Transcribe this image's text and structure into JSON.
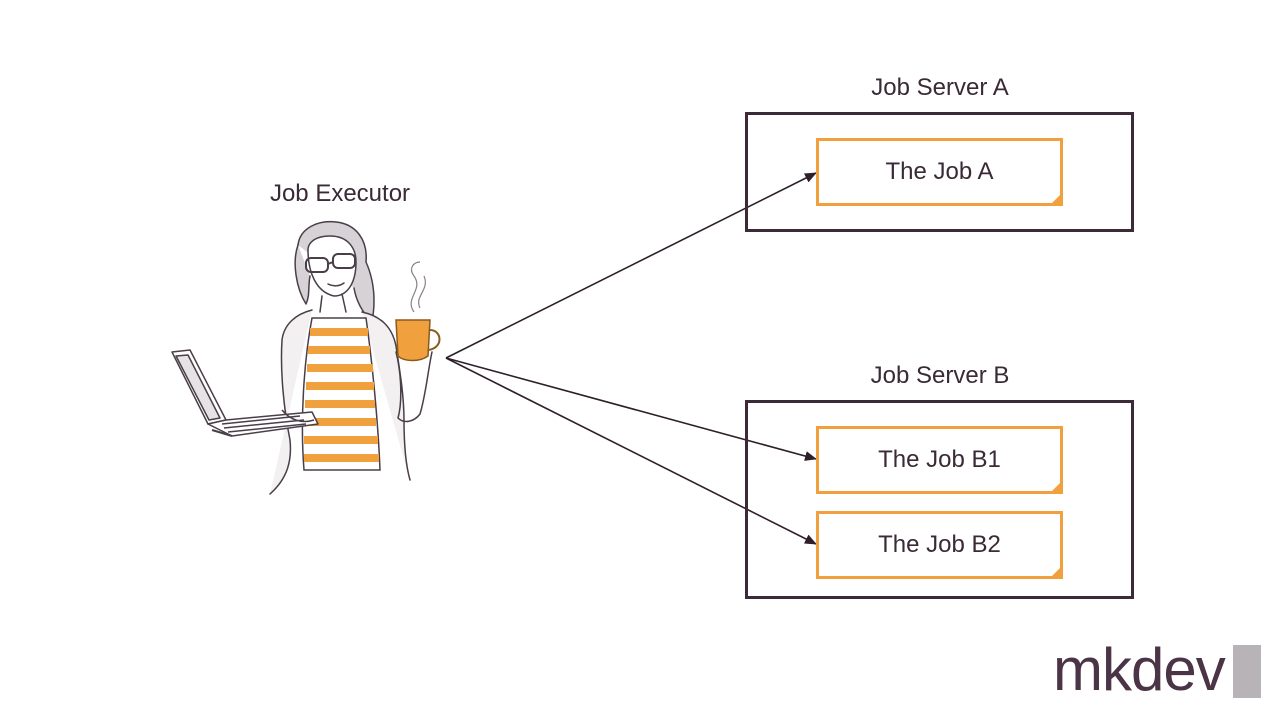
{
  "executor": {
    "label": "Job Executor"
  },
  "servers": [
    {
      "name": "Job Server A",
      "jobs": [
        "The Job A"
      ]
    },
    {
      "name": "Job Server B",
      "jobs": [
        "The Job B1",
        "The Job B2"
      ]
    }
  ],
  "logo": {
    "text": "mkdev"
  },
  "colors": {
    "server_border": "#3d2a38",
    "job_border": "#f0a03c",
    "text": "#3a2a36",
    "logo_accent": "#b8b3b6"
  }
}
